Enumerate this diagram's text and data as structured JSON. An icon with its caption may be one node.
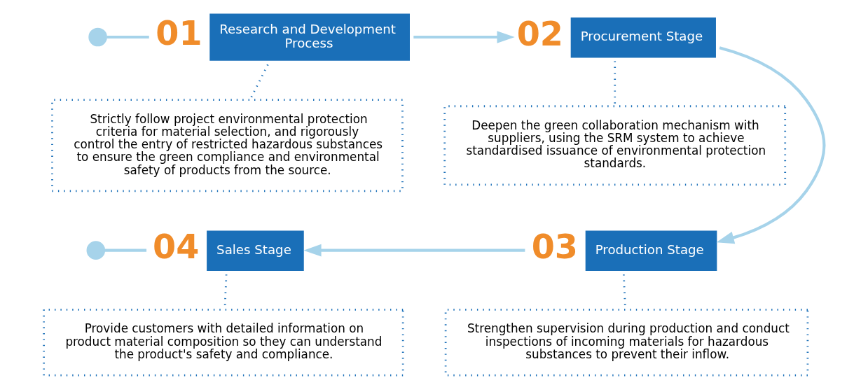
{
  "diagram": {
    "nodes": [
      {
        "text": [],
        "shape": "circle"
      },
      {
        "text": [
          "Research and Development Process"
        ],
        "beside": [
          "01"
        ]
      },
      {
        "text": [
          "Strictly follow project environmental protection criteria for material selection, and rigorously control the entry of restricted hazardous substances to ensure the green compliance and environmental safety of products from the source."
        ]
      },
      {
        "text": [
          "Procurement Stage"
        ],
        "beside": [
          "02"
        ]
      },
      {
        "text": [
          "Deepen the green collaboration mechanism with suppliers, using the SRM system to achieve standardised issuance of environmental protection standards."
        ]
      },
      {
        "text": [],
        "shape": "circle"
      },
      {
        "text": [
          "Sales Stage"
        ],
        "beside": [
          "04"
        ]
      },
      {
        "text": [
          "Provide customers with detailed information on product material composition so they can understand the product's safety and compliance."
        ]
      },
      {
        "text": [
          "Production Stage"
        ],
        "beside": [
          "03"
        ]
      },
      {
        "text": [
          "Strengthen supervision during production and conduct inspections of incoming materials for hazardous substances to prevent their inflow."
        ]
      }
    ],
    "edges": [
      {
        "from": 0,
        "to": 1,
        "arrow": "none"
      },
      {
        "from": 1,
        "to": 3,
        "arrow": "to"
      },
      {
        "from": 3,
        "to": 8,
        "arrow": "to"
      },
      {
        "from": 8,
        "to": 6,
        "arrow": "to"
      },
      {
        "from": 6,
        "to": 5,
        "arrow": "none"
      },
      {
        "from": 1,
        "to": 2,
        "arrow": "none",
        "style": "dashed",
        "color": "#1a6fb8"
      },
      {
        "from": 3,
        "to": 4,
        "arrow": "none",
        "style": "dashed",
        "color": "#1a6fb8"
      },
      {
        "from": 8,
        "to": 9,
        "arrow": "none",
        "style": "dashed",
        "color": "#1a6fb8"
      },
      {
        "from": 6,
        "to": 7,
        "arrow": "none",
        "style": "dashed",
        "color": "#1a6fb8"
      }
    ]
  }
}
